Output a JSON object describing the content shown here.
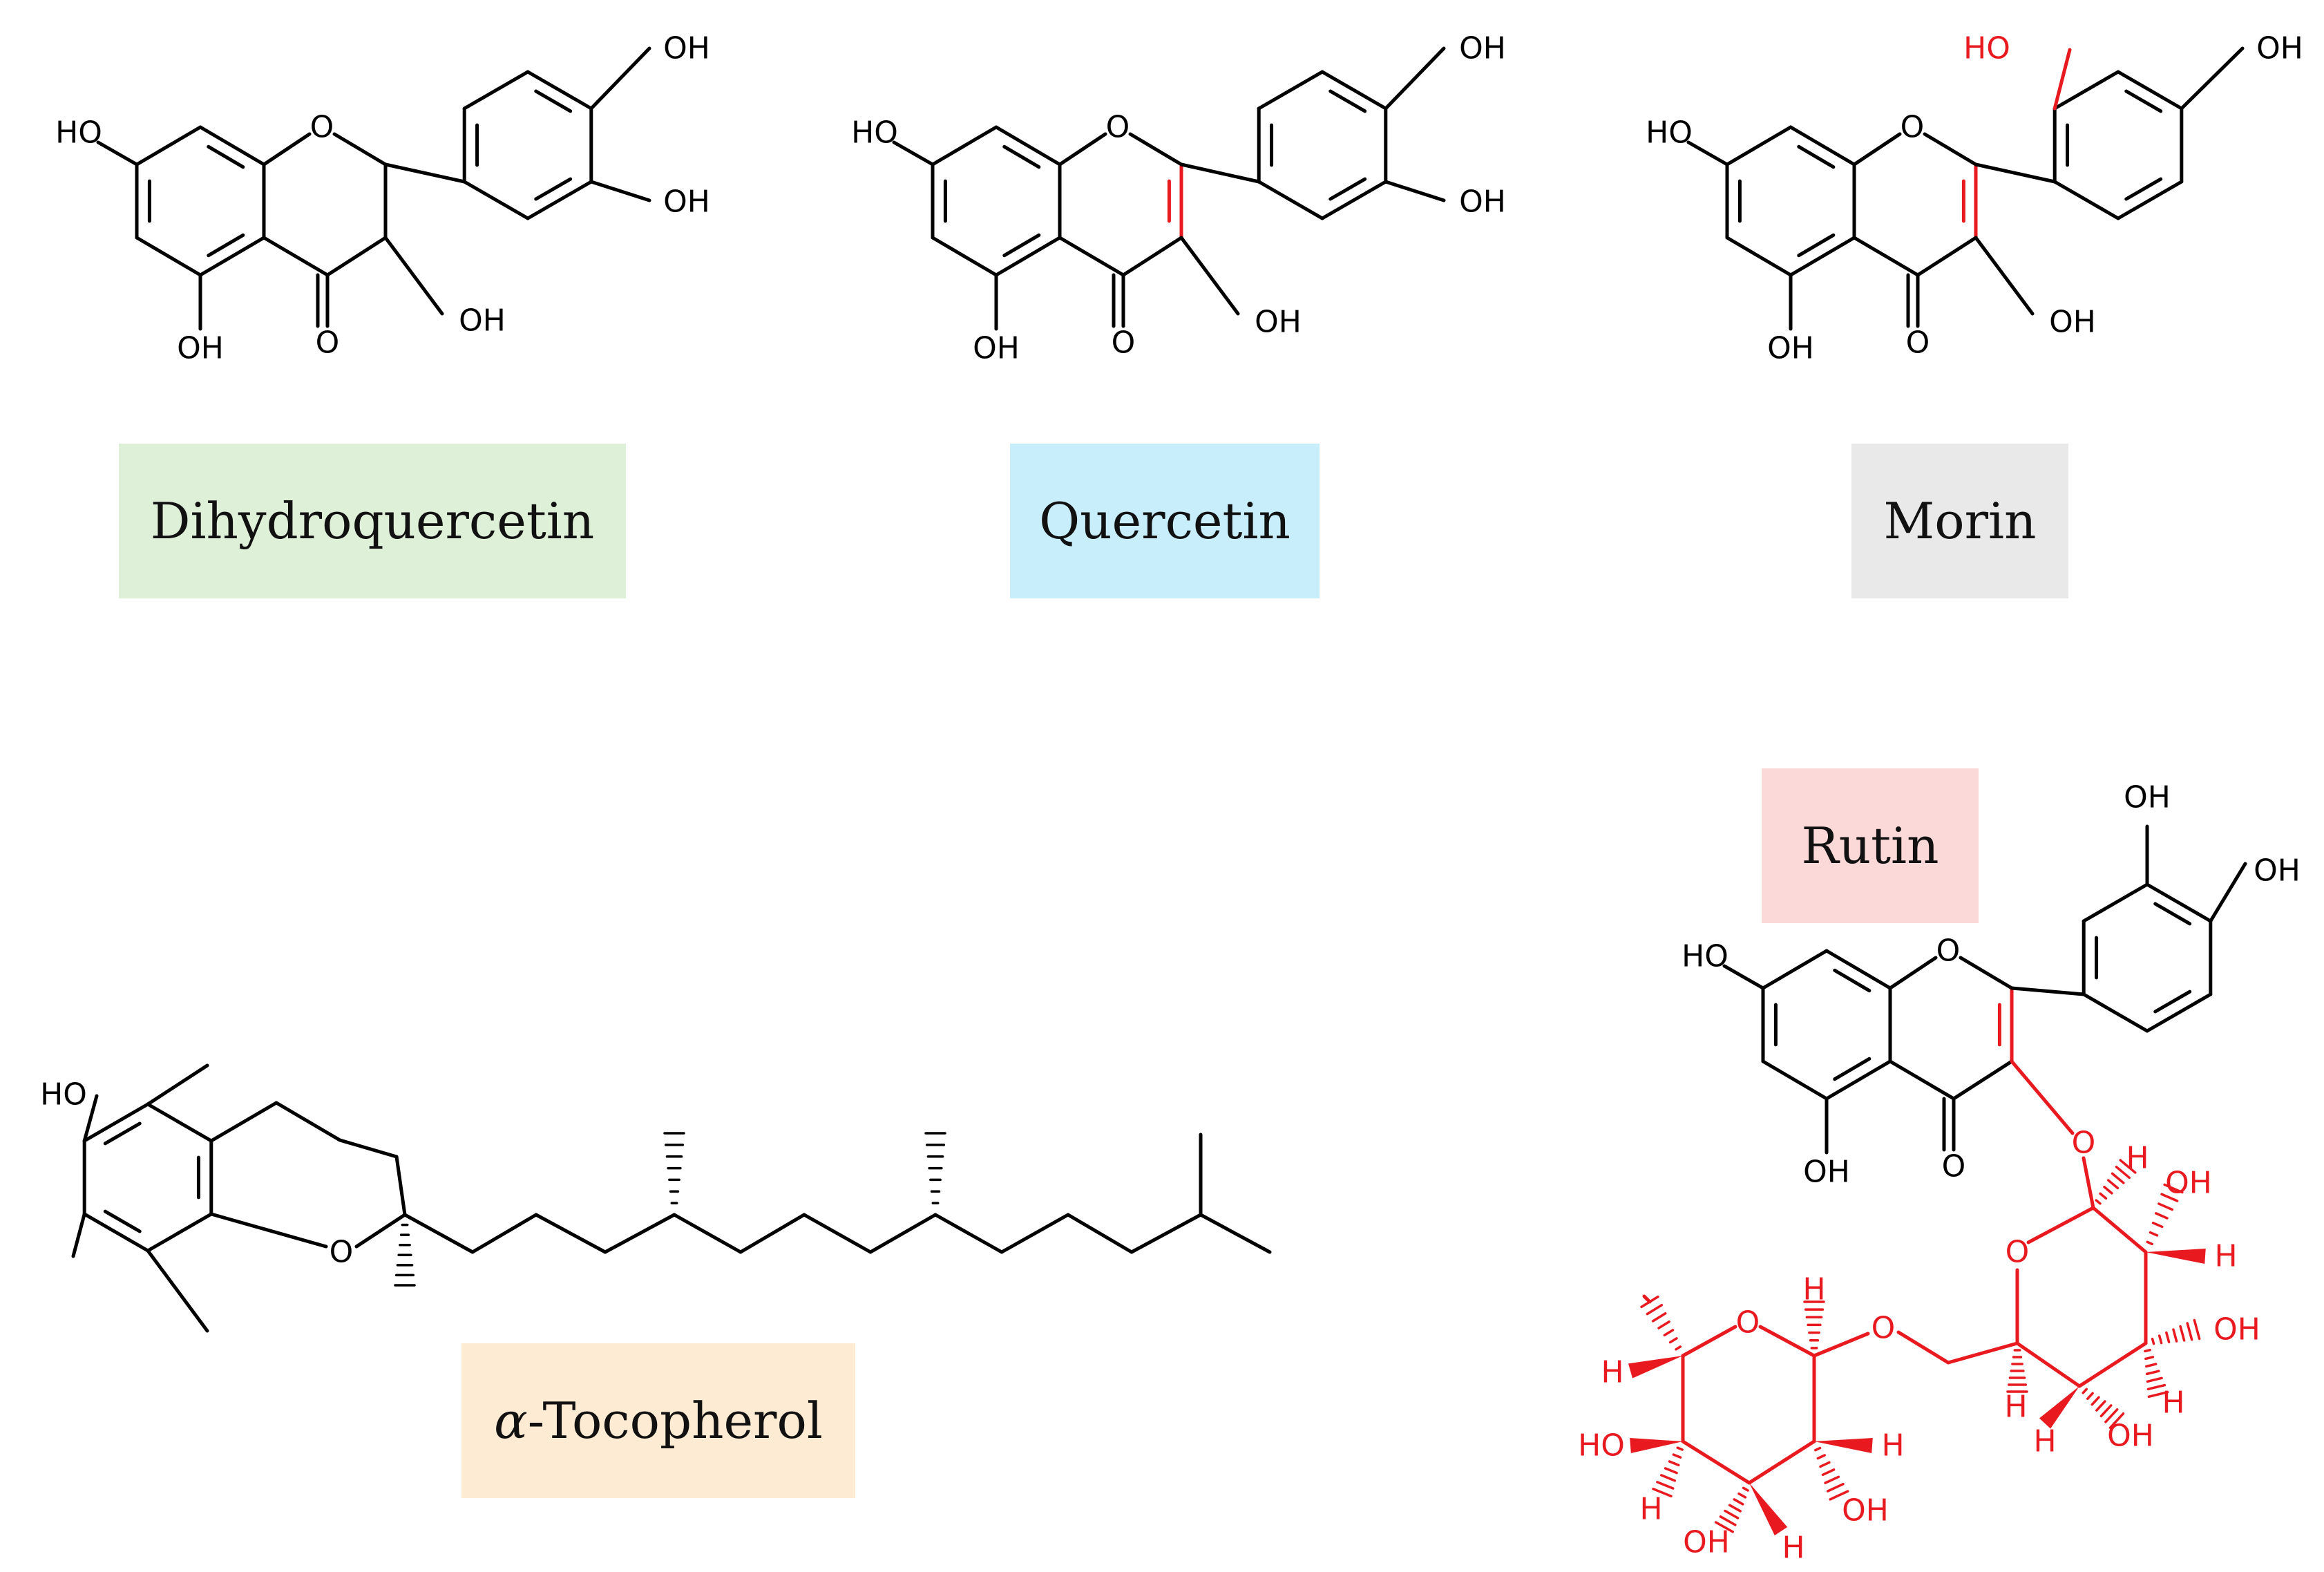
{
  "labels": {
    "dihydroquercetin": "Dihydroquercetin",
    "quercetin": "Quercetin",
    "morin": "Morin",
    "rutin": "Rutin",
    "tocopherol_prefix": "α",
    "tocopherol_suffix": "-Tocopherol"
  },
  "atoms": {
    "oh": "OH",
    "ho": "HO",
    "o": "O",
    "h": "H"
  },
  "colors": {
    "dihydroquercetin_box": "#dff0d8",
    "quercetin_box": "#c8eefc",
    "morin_box": "#e9e9e9",
    "rutin_box": "#fbd9d8",
    "tocopherol_box": "#fdebd3",
    "highlight": "#e8191f"
  }
}
